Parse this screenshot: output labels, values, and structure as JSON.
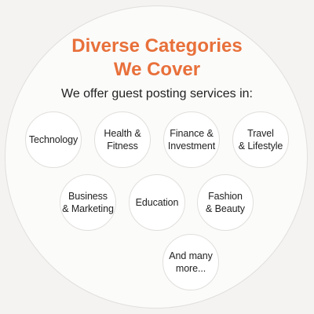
{
  "heading": {
    "line1": "Diverse Categories",
    "line2": "We Cover"
  },
  "subheading": "We offer guest posting services in:",
  "colors": {
    "accent": "#e8703a",
    "text": "#222222",
    "circle_border": "#e1dfdc"
  },
  "categories": [
    {
      "label": "Technology"
    },
    {
      "label": "Health &\nFitness"
    },
    {
      "label": "Finance &\nInvestment"
    },
    {
      "label": "Travel\n& Lifestyle"
    },
    {
      "label": "Business\n& Marketing"
    },
    {
      "label": "Education"
    },
    {
      "label": "Fashion\n& Beauty"
    },
    {
      "label": "And many\nmore..."
    }
  ]
}
